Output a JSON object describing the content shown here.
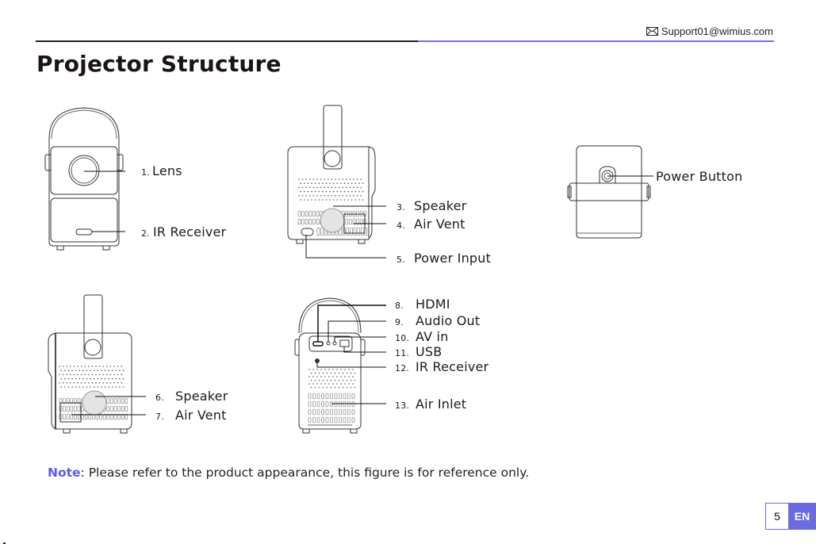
{
  "header": {
    "email_icon": "envelope-icon",
    "email": "Support01@wimius.com"
  },
  "page_title": "Projector Structure",
  "colors": {
    "accent": "#6b6be0",
    "note_key": "#5b5ce8",
    "rule_dark": "#1f1f28",
    "rule_accent": "#7474d8"
  },
  "figures": {
    "front": {
      "callouts": [
        {
          "num": "1.",
          "label": "Lens"
        },
        {
          "num": "2.",
          "label": "IR Receiver"
        }
      ]
    },
    "left_side": {
      "callouts": [
        {
          "num": "3.",
          "label": "Speaker"
        },
        {
          "num": "4.",
          "label": "Air Vent"
        },
        {
          "num": "5.",
          "label": "Power Input"
        }
      ]
    },
    "top": {
      "callouts": [
        {
          "label": "Power Button"
        }
      ]
    },
    "right_side": {
      "callouts": [
        {
          "num": "6.",
          "label": "Speaker"
        },
        {
          "num": "7.",
          "label": "Air Vent"
        }
      ]
    },
    "back": {
      "callouts": [
        {
          "num": "8.",
          "label": "HDMI"
        },
        {
          "num": "9.",
          "label": "Audio Out"
        },
        {
          "num": "10.",
          "label": "AV in"
        },
        {
          "num": "11.",
          "label": "USB"
        },
        {
          "num": "12.",
          "label": "IR Receiver"
        },
        {
          "num": "13.",
          "label": "Air Inlet"
        }
      ]
    }
  },
  "note": {
    "key": "Note",
    "text": ": Please refer to the product appearance, this figure is for reference only."
  },
  "footer": {
    "page_number": "5",
    "language": "EN"
  }
}
